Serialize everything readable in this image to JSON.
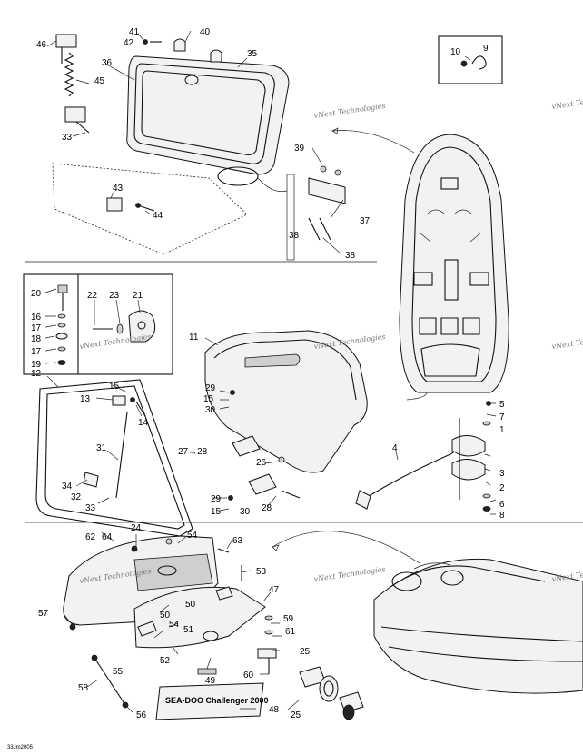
{
  "watermark": "vNext Technologies",
  "footer_code": "33Jm2005",
  "logo_text": "SEA-DOO Challenger 2000",
  "callouts": [
    "1",
    "2",
    "3",
    "4",
    "5",
    "6",
    "7",
    "8",
    "9",
    "10",
    "11",
    "12",
    "13",
    "14",
    "15",
    "16",
    "17",
    "18",
    "19",
    "20",
    "21",
    "22",
    "23",
    "24",
    "25",
    "26",
    "27",
    "28",
    "29",
    "30",
    "31",
    "32",
    "33",
    "34",
    "35",
    "36",
    "37",
    "38",
    "39",
    "40",
    "41",
    "42",
    "43",
    "44",
    "45",
    "46",
    "47",
    "48",
    "49",
    "50",
    "51",
    "52",
    "53",
    "54",
    "55",
    "56",
    "57",
    "58",
    "59",
    "60",
    "61",
    "62",
    "63",
    "64"
  ],
  "arrow_label": "27→28"
}
